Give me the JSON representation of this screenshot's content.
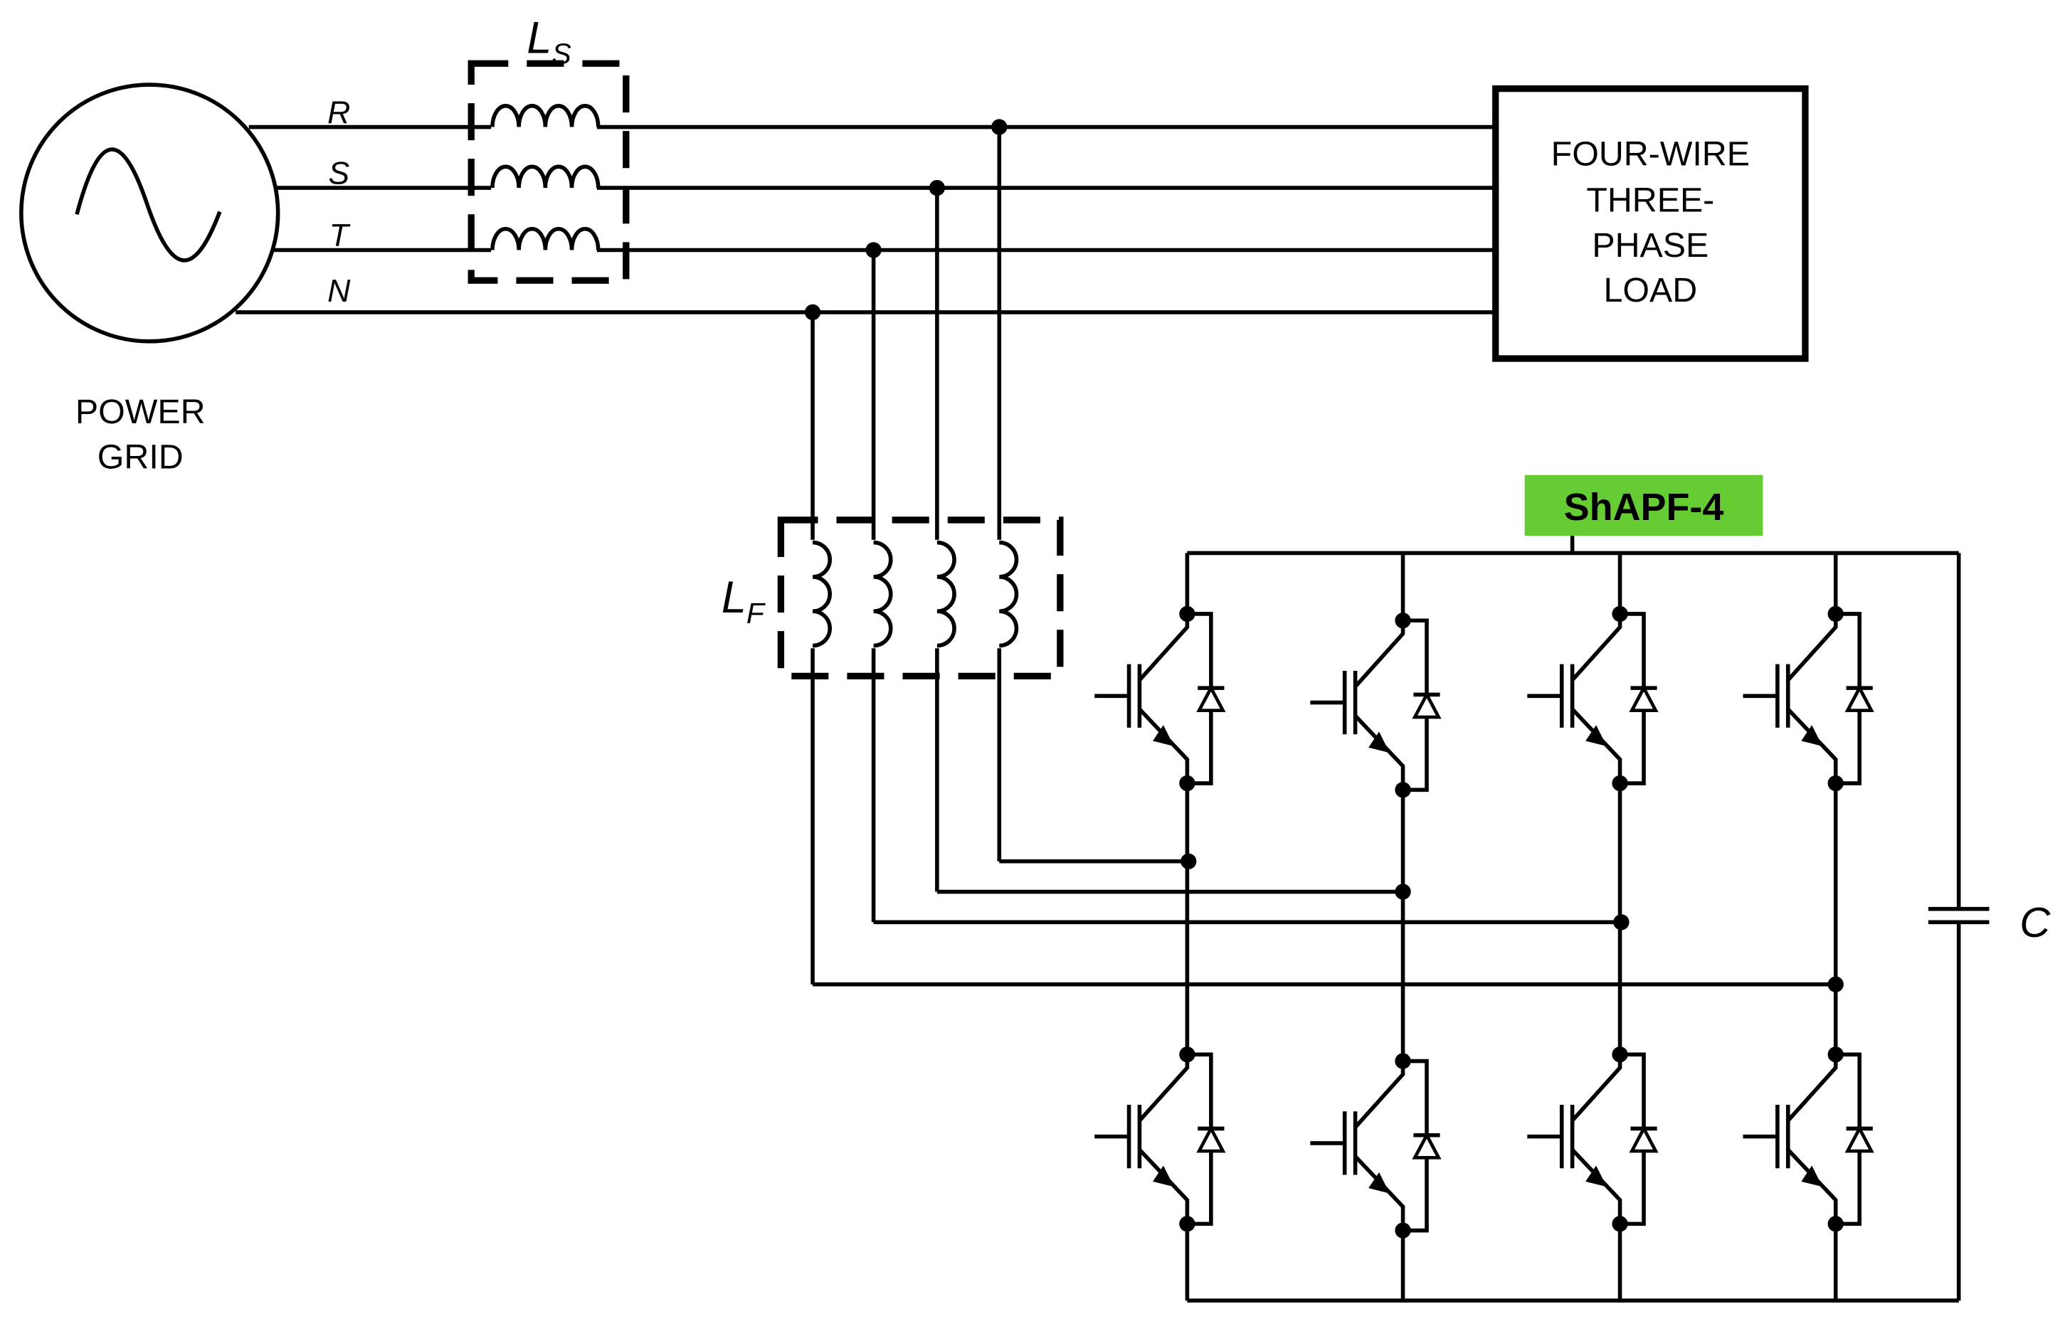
{
  "grid": {
    "label_line1": "POWER",
    "label_line2": "GRID",
    "phases": [
      "R",
      "S",
      "T",
      "N"
    ]
  },
  "source_inductor": {
    "symbol": "L",
    "subscript": "S"
  },
  "filter_inductor": {
    "symbol": "L",
    "subscript": "F"
  },
  "load": {
    "lines": [
      "FOUR-WIRE",
      "THREE-",
      "PHASE",
      "LOAD"
    ]
  },
  "converter": {
    "title": "ShAPF-4",
    "title_color": "#66cc33",
    "legs": 4,
    "switches_per_leg": 2
  },
  "capacitor": {
    "label": "C"
  }
}
